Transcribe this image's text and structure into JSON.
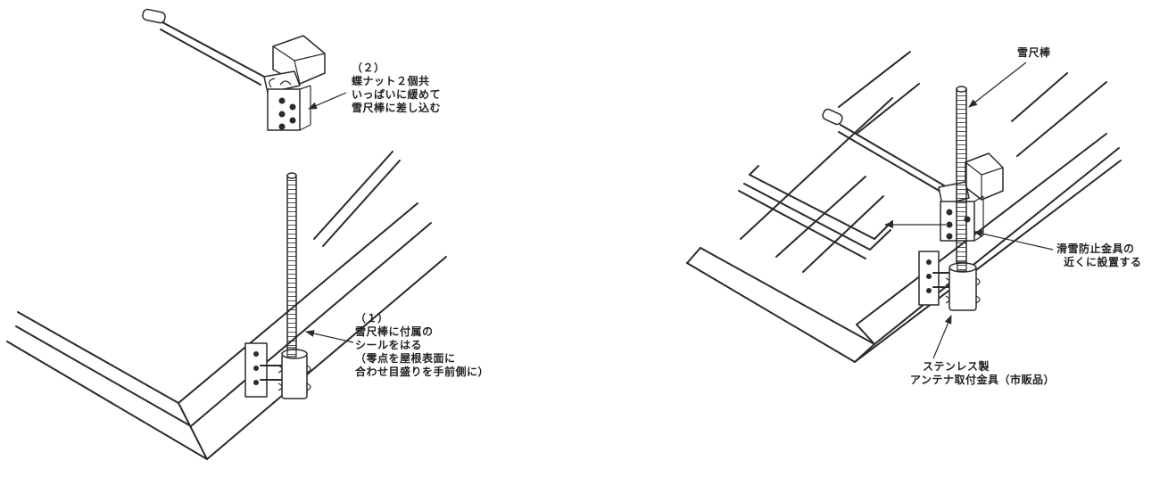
{
  "left_panel": {
    "step2": {
      "number": "（２）",
      "lines": [
        "蝶ナット２個共",
        "いっぱいに緩めて",
        "雪尺棒に差し込む"
      ]
    },
    "step1": {
      "number": "（１）",
      "lines": [
        "雪尺棒に付属の",
        "シールをはる",
        "（零点を屋根表面に",
        "合わせ目盛りを手前側に）"
      ]
    }
  },
  "right_panel": {
    "pole_label": "雪尺棒",
    "guard_label_lines": [
      "滑雪防止金具の",
      "近くに設置する"
    ],
    "bracket_label_lines": [
      "ステンレス製",
      "アンテナ取付金具（市販品）"
    ]
  }
}
